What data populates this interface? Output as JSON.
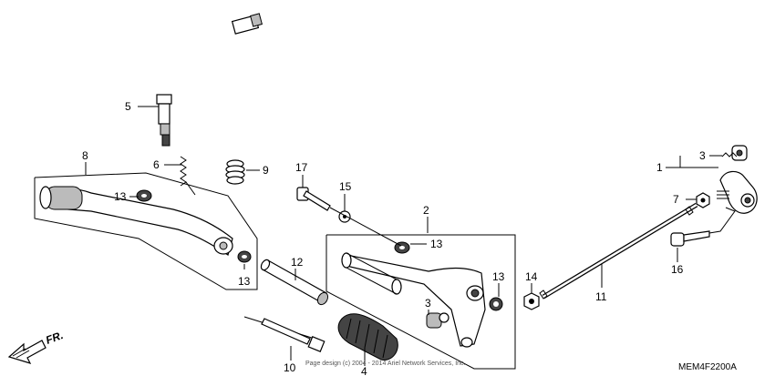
{
  "diagram": {
    "direction_label": "FR.",
    "diagram_code": "MEM4F2200A",
    "watermark": "Page design (c) 2004 - 2014 Ariel Network Services, Inc.",
    "callouts": {
      "c1": "1",
      "c2": "2",
      "c3a": "3",
      "c3b": "3",
      "c4": "4",
      "c5": "5",
      "c6": "6",
      "c7": "7",
      "c8": "8",
      "c9": "9",
      "c10": "10",
      "c11": "11",
      "c12": "12",
      "c13a": "13",
      "c13b": "13",
      "c13c": "13",
      "c13d": "13",
      "c14": "14",
      "c15": "15",
      "c16": "16",
      "c17": "17"
    }
  }
}
